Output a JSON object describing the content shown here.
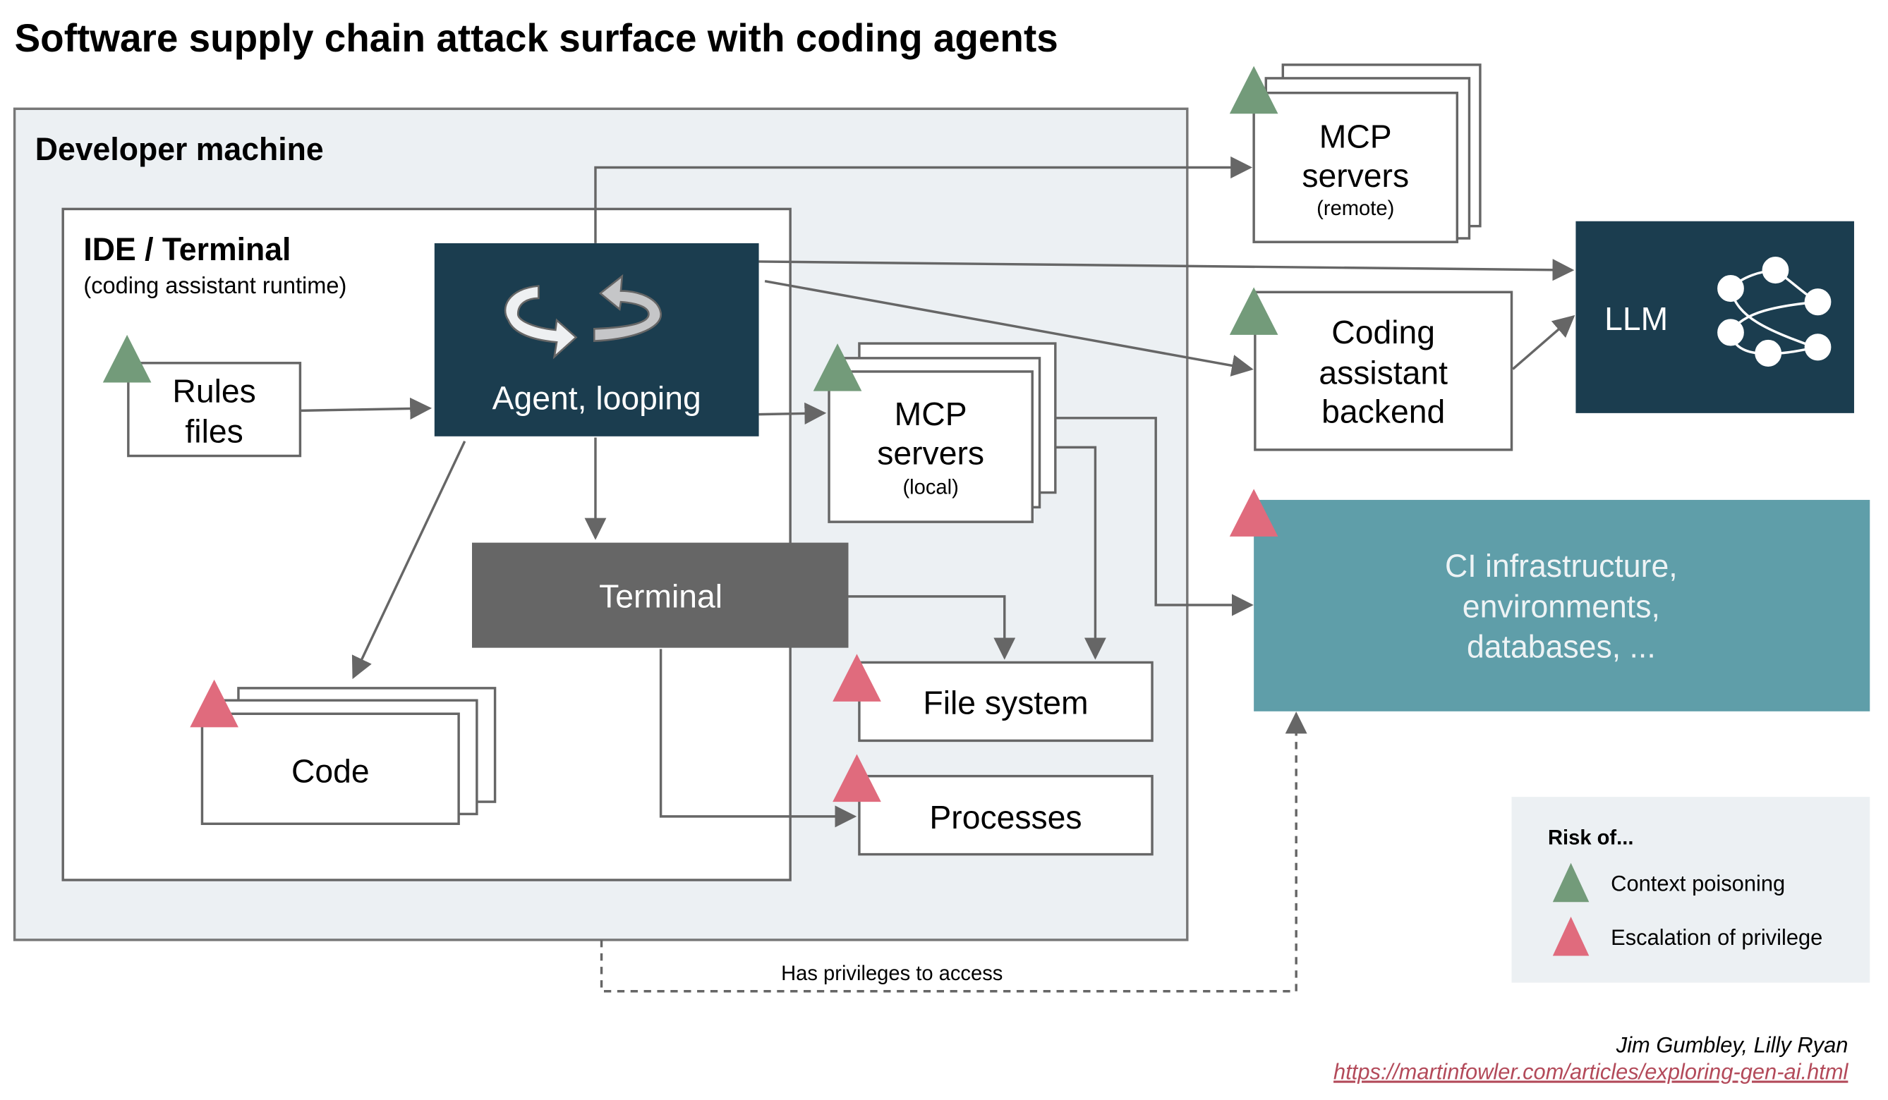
{
  "title": "Software supply chain attack surface with coding agents",
  "groups": {
    "developer_machine": "Developer machine",
    "ide_terminal": "IDE / Terminal",
    "ide_terminal_sub": "(coding assistant runtime)"
  },
  "nodes": {
    "agent": "Agent, looping",
    "rules_line1": "Rules",
    "rules_line2": "files",
    "code": "Code",
    "terminal": "Terminal",
    "mcp_local_line1": "MCP",
    "mcp_local_line2": "servers",
    "mcp_local_sub": "(local)",
    "mcp_remote_line1": "MCP",
    "mcp_remote_line2": "servers",
    "mcp_remote_sub": "(remote)",
    "backend_line1": "Coding",
    "backend_line2": "assistant",
    "backend_line3": "backend",
    "llm": "LLM",
    "file_system": "File system",
    "processes": "Processes",
    "ci_line1": "CI infrastructure,",
    "ci_line2": "environments,",
    "ci_line3": "databases, ..."
  },
  "edges": {
    "privileges_label": "Has privileges to access"
  },
  "legend": {
    "title": "Risk of...",
    "items": [
      {
        "label": "Context poisoning",
        "color": "#739b7a"
      },
      {
        "label": "Escalation of privilege",
        "color": "#e06b7d"
      }
    ]
  },
  "colors": {
    "dark_navy": "#1b3d4f",
    "terminal_gray": "#666666",
    "ci_teal": "#5f9ea9",
    "panel_gray": "#ecf0f3",
    "context_poisoning": "#739b7a",
    "escalation": "#e06b7d"
  },
  "credit": {
    "authors": "Jim Gumbley, Lilly Ryan",
    "url": "https://martinfowler.com/articles/exploring-gen-ai.html"
  }
}
